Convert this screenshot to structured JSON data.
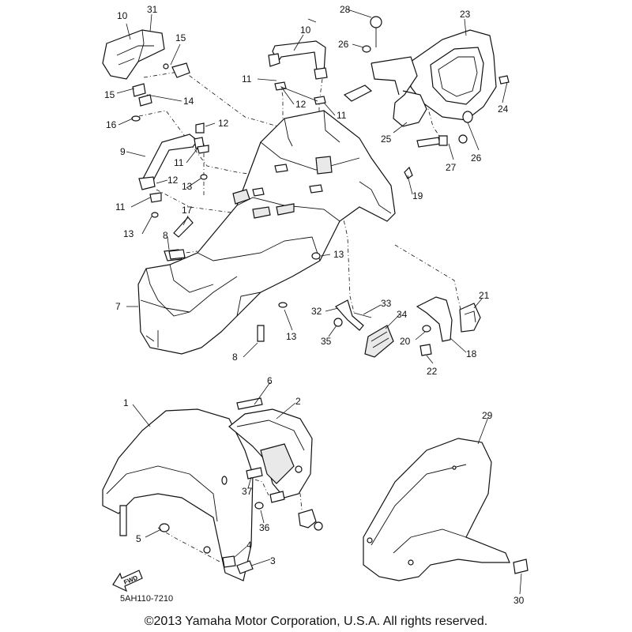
{
  "diagram": {
    "code": "5AH110-7210",
    "copyright": "©2013 Yamaha Motor Corporation, U.S.A. All rights reserved.",
    "fwd_label": "FWD",
    "part_numbers": [
      "1",
      "2",
      "3",
      "4",
      "5",
      "6",
      "7",
      "8",
      "9",
      "10",
      "11",
      "12",
      "13",
      "14",
      "15",
      "16",
      "17",
      "18",
      "19",
      "20",
      "21",
      "22",
      "23",
      "24",
      "25",
      "26",
      "27",
      "28",
      "29",
      "30",
      "31",
      "32",
      "33",
      "34",
      "35",
      "36",
      "37"
    ]
  }
}
